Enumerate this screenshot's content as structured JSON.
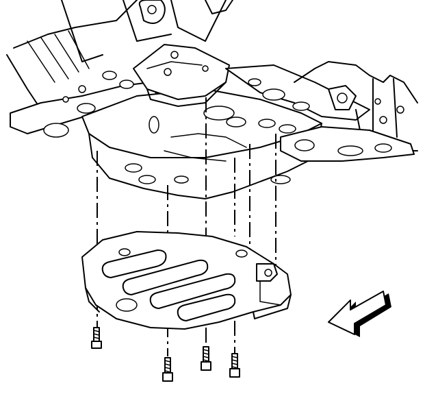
{
  "diagram": {
    "colors": {
      "line": "#000000",
      "background": "#ffffff",
      "arrow_shadow": "#000000"
    },
    "components": [
      {
        "name": "vehicle-underbody-frame"
      },
      {
        "name": "front-crossmember"
      },
      {
        "name": "engine-mount-bracket"
      },
      {
        "name": "underbody-shield-panel"
      }
    ],
    "fasteners": {
      "bolt_count": 4
    },
    "direction_arrow": {
      "icon": "front-of-vehicle-arrow-icon"
    }
  }
}
